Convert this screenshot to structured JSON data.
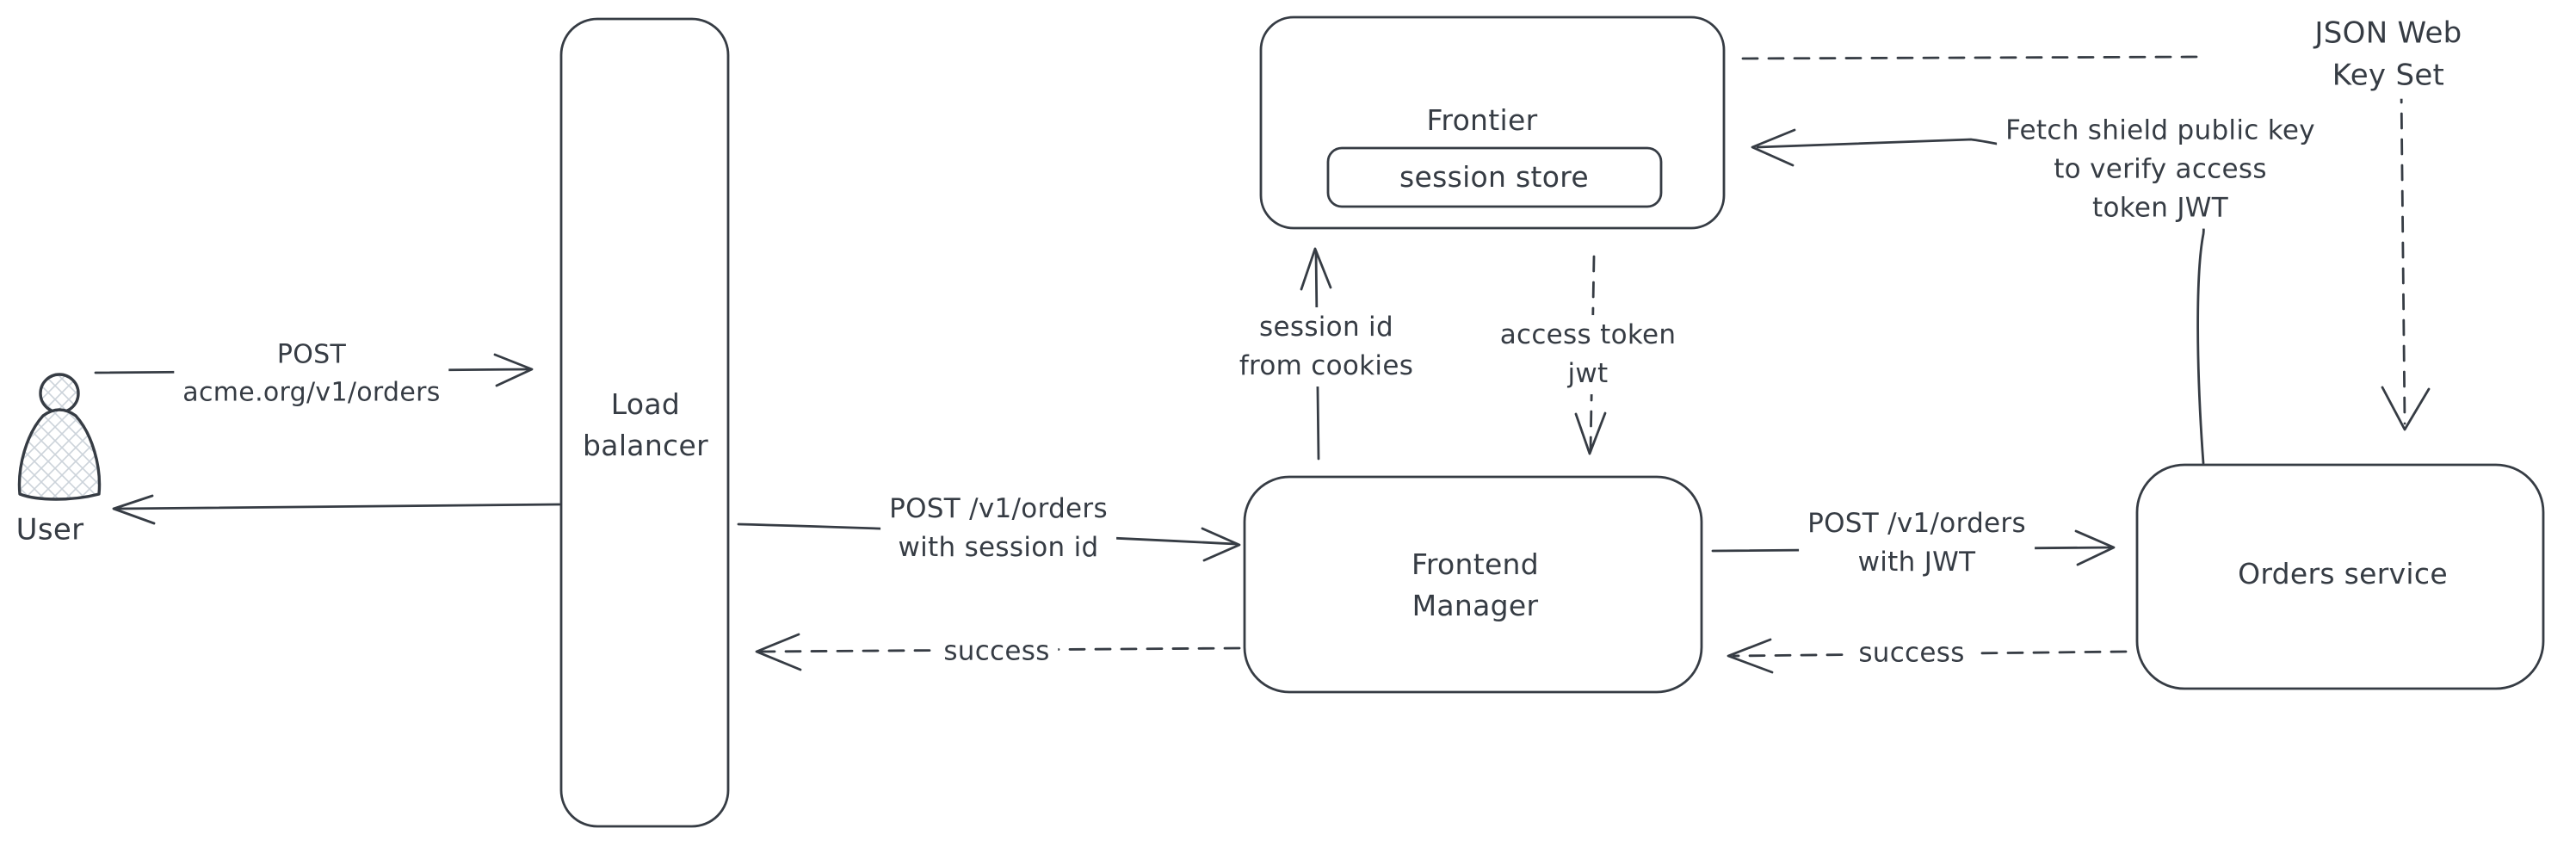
{
  "background": "#ffffff",
  "palette": {
    "stroke": "#363c44",
    "text": "#363c44",
    "hatch_fill": "#ccd3da"
  },
  "nodes": {
    "user": {
      "label": "User"
    },
    "load_balancer": {
      "label": "Load\nbalancer"
    },
    "frontier": {
      "label": "Frontier"
    },
    "session_store": {
      "label": "session store"
    },
    "frontend_manager": {
      "label": "Frontend\nManager"
    },
    "orders_service": {
      "label": "Orders service"
    }
  },
  "edges": {
    "user_to_lb": {
      "label": "POST\nacme.org/v1/orders",
      "style": "solid"
    },
    "lb_to_user": {
      "label": "",
      "style": "solid"
    },
    "lb_to_fm": {
      "label": "POST /v1/orders\nwith session id",
      "style": "solid"
    },
    "fm_to_lb": {
      "label": "success",
      "style": "dashed"
    },
    "fm_to_frontier": {
      "label": "session id\nfrom cookies",
      "style": "solid"
    },
    "frontier_to_fm": {
      "label": "access token\njwt",
      "style": "dashed"
    },
    "fm_to_orders": {
      "label": "POST /v1/orders\nwith JWT",
      "style": "solid"
    },
    "orders_to_fm": {
      "label": "success",
      "style": "dashed"
    },
    "orders_to_frontier": {
      "label": "Fetch shield public key\nto verify access\ntoken JWT",
      "style": "solid"
    },
    "frontier_to_jwks": {
      "label": "JSON Web Key Set",
      "style": "dashed"
    },
    "jwks_to_orders": {
      "label": "",
      "style": "dashed"
    }
  }
}
